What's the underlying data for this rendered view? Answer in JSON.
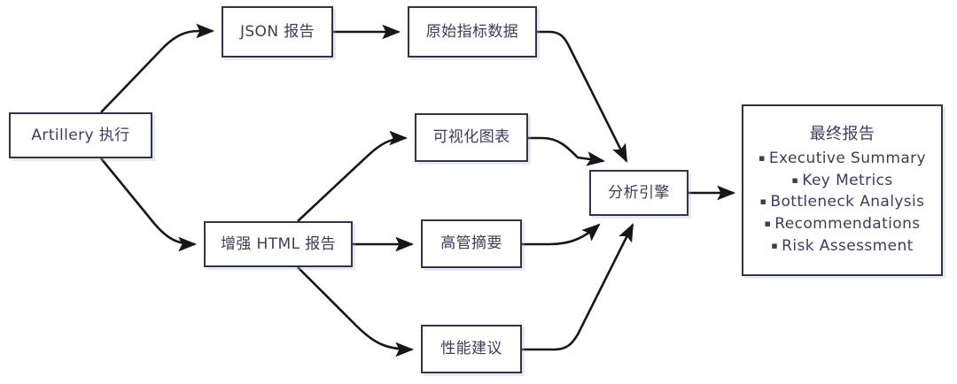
{
  "diagram": {
    "type": "flowchart",
    "direction": "left-to-right",
    "colors": {
      "node_border": "#30324e",
      "node_fill": "#ffffff",
      "text": "#3b3d5c",
      "edge": "#16161d",
      "background": "#ffffff"
    },
    "nodes": [
      {
        "id": "artillery",
        "label": "Artillery 执行"
      },
      {
        "id": "json",
        "label": "JSON 报告"
      },
      {
        "id": "raw",
        "label": "原始指标数据"
      },
      {
        "id": "html",
        "label": "增强 HTML 报告"
      },
      {
        "id": "charts",
        "label": "可视化图表"
      },
      {
        "id": "exec",
        "label": "高管摘要"
      },
      {
        "id": "perf",
        "label": "性能建议"
      },
      {
        "id": "engine",
        "label": "分析引擎"
      }
    ],
    "final_report": {
      "title": "最终报告",
      "bullet_glyph": "▪",
      "items": [
        "Executive Summary",
        "Key Metrics",
        "Bottleneck Analysis",
        "Recommendations",
        "Risk Assessment"
      ]
    },
    "edges": [
      {
        "from": "artillery",
        "to": "json",
        "arrow": true
      },
      {
        "from": "artillery",
        "to": "html",
        "arrow": true
      },
      {
        "from": "json",
        "to": "raw",
        "arrow": true
      },
      {
        "from": "raw",
        "to": "engine",
        "arrow": true
      },
      {
        "from": "html",
        "to": "charts",
        "arrow": true
      },
      {
        "from": "html",
        "to": "exec",
        "arrow": true
      },
      {
        "from": "html",
        "to": "perf",
        "arrow": true
      },
      {
        "from": "charts",
        "to": "engine",
        "arrow": true
      },
      {
        "from": "exec",
        "to": "engine",
        "arrow": true
      },
      {
        "from": "perf",
        "to": "engine",
        "arrow": true
      },
      {
        "from": "engine",
        "to": "final",
        "arrow": true
      }
    ]
  }
}
